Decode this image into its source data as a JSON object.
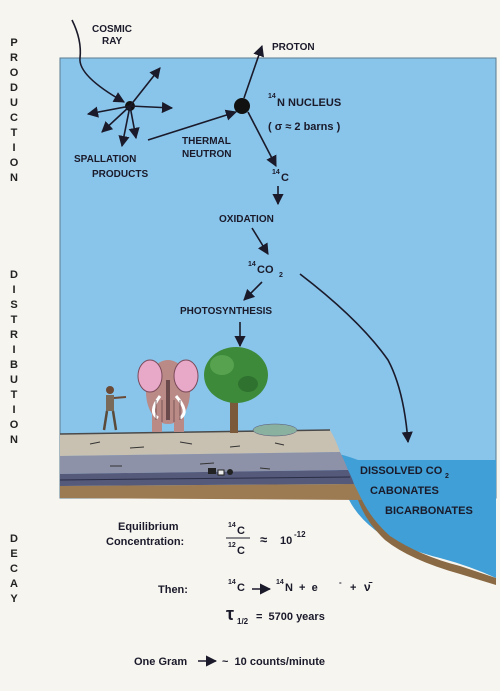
{
  "side_labels": {
    "production": "PRODUCTION",
    "distribution": "DISTRIBUTION",
    "decay": "DECAY"
  },
  "labels": {
    "cosmic_ray_1": "COSMIC",
    "cosmic_ray_2": "RAY",
    "proton": "PROTON",
    "n14_sup": "14",
    "n14_text": "N NUCLEUS",
    "cross_section": "( σ ≈ 2 barns )",
    "thermal": "THERMAL",
    "neutron": "NEUTRON",
    "spallation": "SPALLATION",
    "products": "PRODUCTS",
    "c14_sup": "14",
    "c14_text": "C",
    "oxidation": "OXIDATION",
    "co2_sup": "14",
    "co2_text": "CO",
    "co2_sub": "2",
    "photosynthesis": "PHOTOSYNTHESIS",
    "dissolved": "DISSOLVED CO",
    "dissolved_sub": "2",
    "carbonates": "CABONATES",
    "bicarbonates": "BICARBONATES"
  },
  "equations": {
    "equilibrium_1": "Equilibrium",
    "equilibrium_2": "Concentration:",
    "frac_num_sup": "14",
    "frac_num": "C",
    "frac_den_sup": "12",
    "frac_den": "C",
    "approx": "≈",
    "ten": "10",
    "exp": "-12",
    "then": "Then:",
    "decay_lhs_sup": "14",
    "decay_lhs": "C",
    "decay_rhs_sup": "14",
    "decay_rhs": "N  +  e",
    "decay_e_sup": "-",
    "decay_plus": "+",
    "decay_nubar": "ν̄",
    "tau": "τ",
    "tau_sub": "1/2",
    "tau_val": "=  5700 years",
    "one_gram": "One Gram",
    "counts": "~  10 counts/minute"
  },
  "colors": {
    "sky": "#89c4ea",
    "water": "#3f9fd6",
    "arrow": "#1a1a2a",
    "tree": "#3d8a3a"
  }
}
